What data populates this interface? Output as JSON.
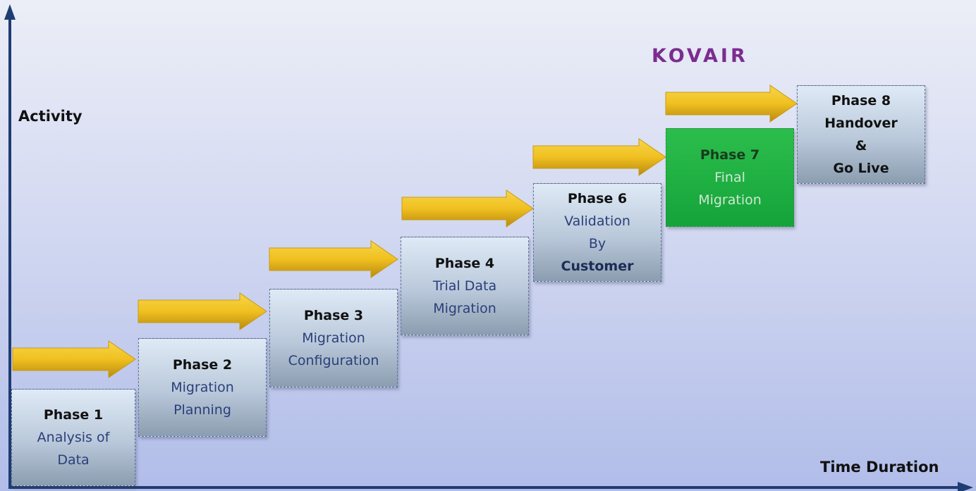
{
  "axes": {
    "y_label": "Activity",
    "x_label": "Time Duration"
  },
  "logo": {
    "text": "KOVAIR",
    "color": "#7b2d8f"
  },
  "colors": {
    "arrow": "#f0c020",
    "phase_box": "#b9c8da",
    "highlight_box": "#18ad40",
    "axis": "#1f3c73"
  },
  "phases": [
    {
      "title": "Phase 1",
      "lines": [
        "Analysis of",
        "Data"
      ]
    },
    {
      "title": "Phase 2",
      "lines": [
        "Migration",
        "Planning"
      ]
    },
    {
      "title": "Phase 3",
      "lines": [
        "Migration",
        "Configuration"
      ]
    },
    {
      "title": "Phase 4",
      "lines": [
        "Trial Data",
        "Migration"
      ]
    },
    {
      "title": "Phase 6",
      "lines": [
        "Validation",
        "By",
        "Customer"
      ]
    },
    {
      "title": "Phase 7",
      "lines": [
        "Final",
        "Migration"
      ],
      "highlight": true
    },
    {
      "title": "Phase 8",
      "lines": [
        "Handover",
        "&",
        "Go Live"
      ]
    }
  ]
}
